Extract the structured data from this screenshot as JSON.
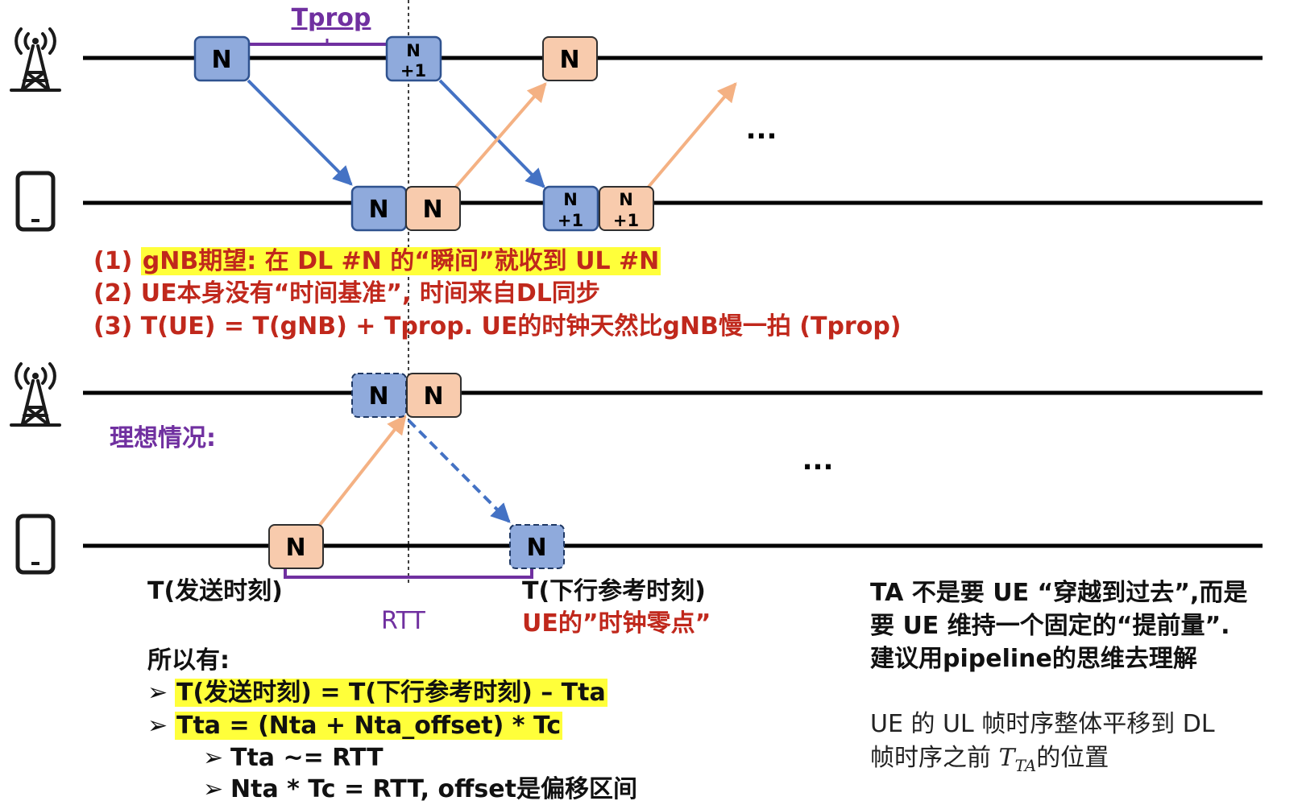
{
  "top_diagram": {
    "tprop_label": "Tprop",
    "gnb_boxes": [
      {
        "label": "N",
        "color": "blue"
      },
      {
        "label": "N\n+1",
        "color": "blue"
      },
      {
        "label": "N",
        "color": "peach"
      }
    ],
    "ue_boxes": [
      {
        "label": "N",
        "color": "blue"
      },
      {
        "label": "N",
        "color": "peach"
      },
      {
        "label": "N\n+1",
        "color": "blue"
      },
      {
        "label": "N\n+1",
        "color": "peach"
      }
    ],
    "ellipsis": "..."
  },
  "notes_top": {
    "line1_prefix": "(1) ",
    "line1_highlight": "gNB期望: 在 DL #N 的“瞬间”就收到 UL #N",
    "line2": "(2) UE本身没有“时间基准”, 时间来自DL同步",
    "line3": "(3) T(UE) = T(gNB) + Tprop. UE的时钟天然比gNB慢一拍 (Tprop)"
  },
  "bottom_diagram": {
    "ideal_label": "理想情况:",
    "gnb_boxes": [
      {
        "label": "N",
        "color": "blue",
        "dashed": true
      },
      {
        "label": "N",
        "color": "peach"
      }
    ],
    "ue_boxes": [
      {
        "label": "N",
        "color": "peach"
      },
      {
        "label": "N",
        "color": "blue",
        "dashed": true
      }
    ],
    "ellipsis": "...",
    "send_time_label": "T(发送时刻)",
    "rtt_label": "RTT",
    "dl_ref_label": "T(下行参考时刻)",
    "ue_clock_zero_label": "UE的”时钟零点”"
  },
  "formulas": {
    "intro": "所以有:",
    "items": [
      {
        "level": 1,
        "text": "T(发送时刻) = T(下行参考时刻) – Tta",
        "highlight": true
      },
      {
        "level": 1,
        "text": "Tta = (Nta + Nta_offset) * Tc",
        "highlight": true
      },
      {
        "level": 2,
        "text": "Tta ~= RTT",
        "highlight": false
      },
      {
        "level": 2,
        "text": "Nta * Tc = RTT, offset是偏移区间",
        "highlight": false
      }
    ],
    "bullet_glyph": "➢"
  },
  "side_note": {
    "bold_lines": [
      "TA 不是要 UE “穿越到过去”,而是",
      "要 UE 维持一个固定的“提前量”.",
      "建议用pipeline的思维去理解"
    ],
    "normal_line1": "UE 的 UL 帧时序整体平移到 DL",
    "normal_line2_prefix": "帧时序之前 ",
    "normal_math_main": "T",
    "normal_math_sub": "TA",
    "normal_line2_suffix": "的位置"
  },
  "colors": {
    "blue_fill": "#8faadc",
    "blue_stroke": "#2f528f",
    "peach_fill": "#f8cbad",
    "arrow_blue": "#4472c4",
    "arrow_peach": "#f4b183",
    "purple": "#7030a0",
    "red_text": "#c0281c",
    "highlight": "#ffff3a"
  }
}
